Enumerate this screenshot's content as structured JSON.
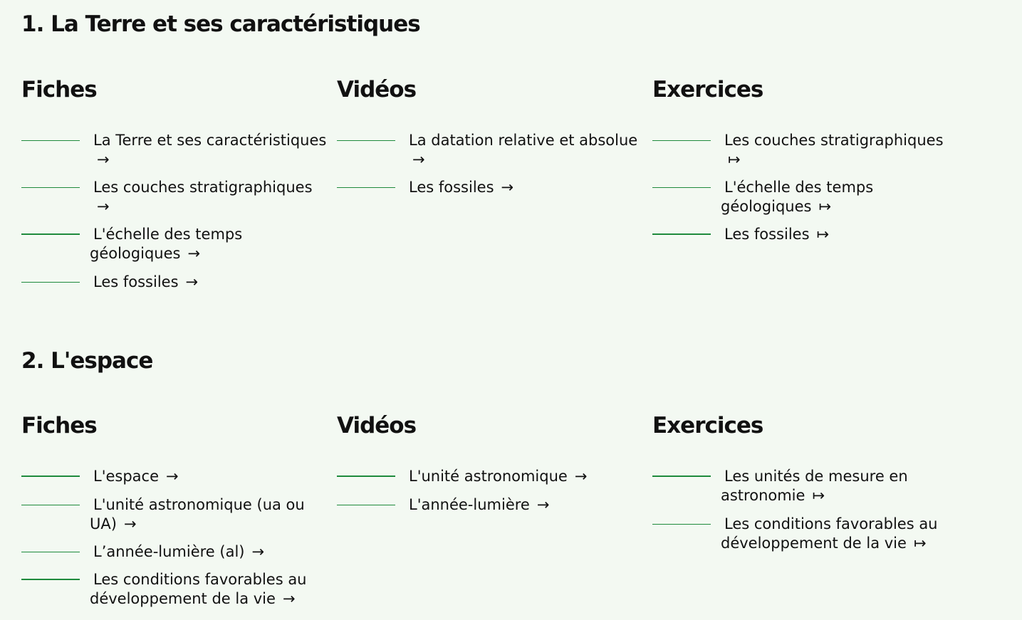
{
  "sections": [
    {
      "title": "1. La Terre et ses caractéristiques",
      "columns": [
        {
          "title": "Fiches",
          "items": [
            {
              "label": "La Terre et ses caractéristiques",
              "arrow": "→"
            },
            {
              "label": "Les couches stratigraphiques",
              "arrow": "→"
            },
            {
              "label": "L'échelle des temps géologiques",
              "arrow": "→"
            },
            {
              "label": "Les fossiles",
              "arrow": "→"
            }
          ]
        },
        {
          "title": "Vidéos",
          "items": [
            {
              "label": "La datation relative et absolue",
              "arrow": "→"
            },
            {
              "label": "Les fossiles",
              "arrow": "→"
            }
          ]
        },
        {
          "title": "Exercices",
          "items": [
            {
              "label": "Les couches stratigraphiques",
              "arrow": "↦"
            },
            {
              "label": "L'échelle des temps géologiques",
              "arrow": "↦"
            },
            {
              "label": "Les fossiles",
              "arrow": "↦"
            }
          ]
        }
      ]
    },
    {
      "title": "2. L'espace",
      "columns": [
        {
          "title": "Fiches",
          "items": [
            {
              "label": "L'espace",
              "arrow": "→"
            },
            {
              "label": "L'unité astronomique (ua ou UA)",
              "arrow": "→"
            },
            {
              "label": "L’année-lumière (al)",
              "arrow": "→"
            },
            {
              "label": "Les conditions favorables au développement de la vie",
              "arrow": "→"
            }
          ]
        },
        {
          "title": "Vidéos",
          "items": [
            {
              "label": "L'unité astronomique",
              "arrow": "→"
            },
            {
              "label": "L'année-lumière",
              "arrow": "→"
            }
          ]
        },
        {
          "title": "Exercices",
          "items": [
            {
              "label": "Les unités de mesure en astronomie",
              "arrow": "↦"
            },
            {
              "label": "Les conditions favorables au développement de la vie",
              "arrow": "↦"
            }
          ]
        }
      ]
    }
  ]
}
